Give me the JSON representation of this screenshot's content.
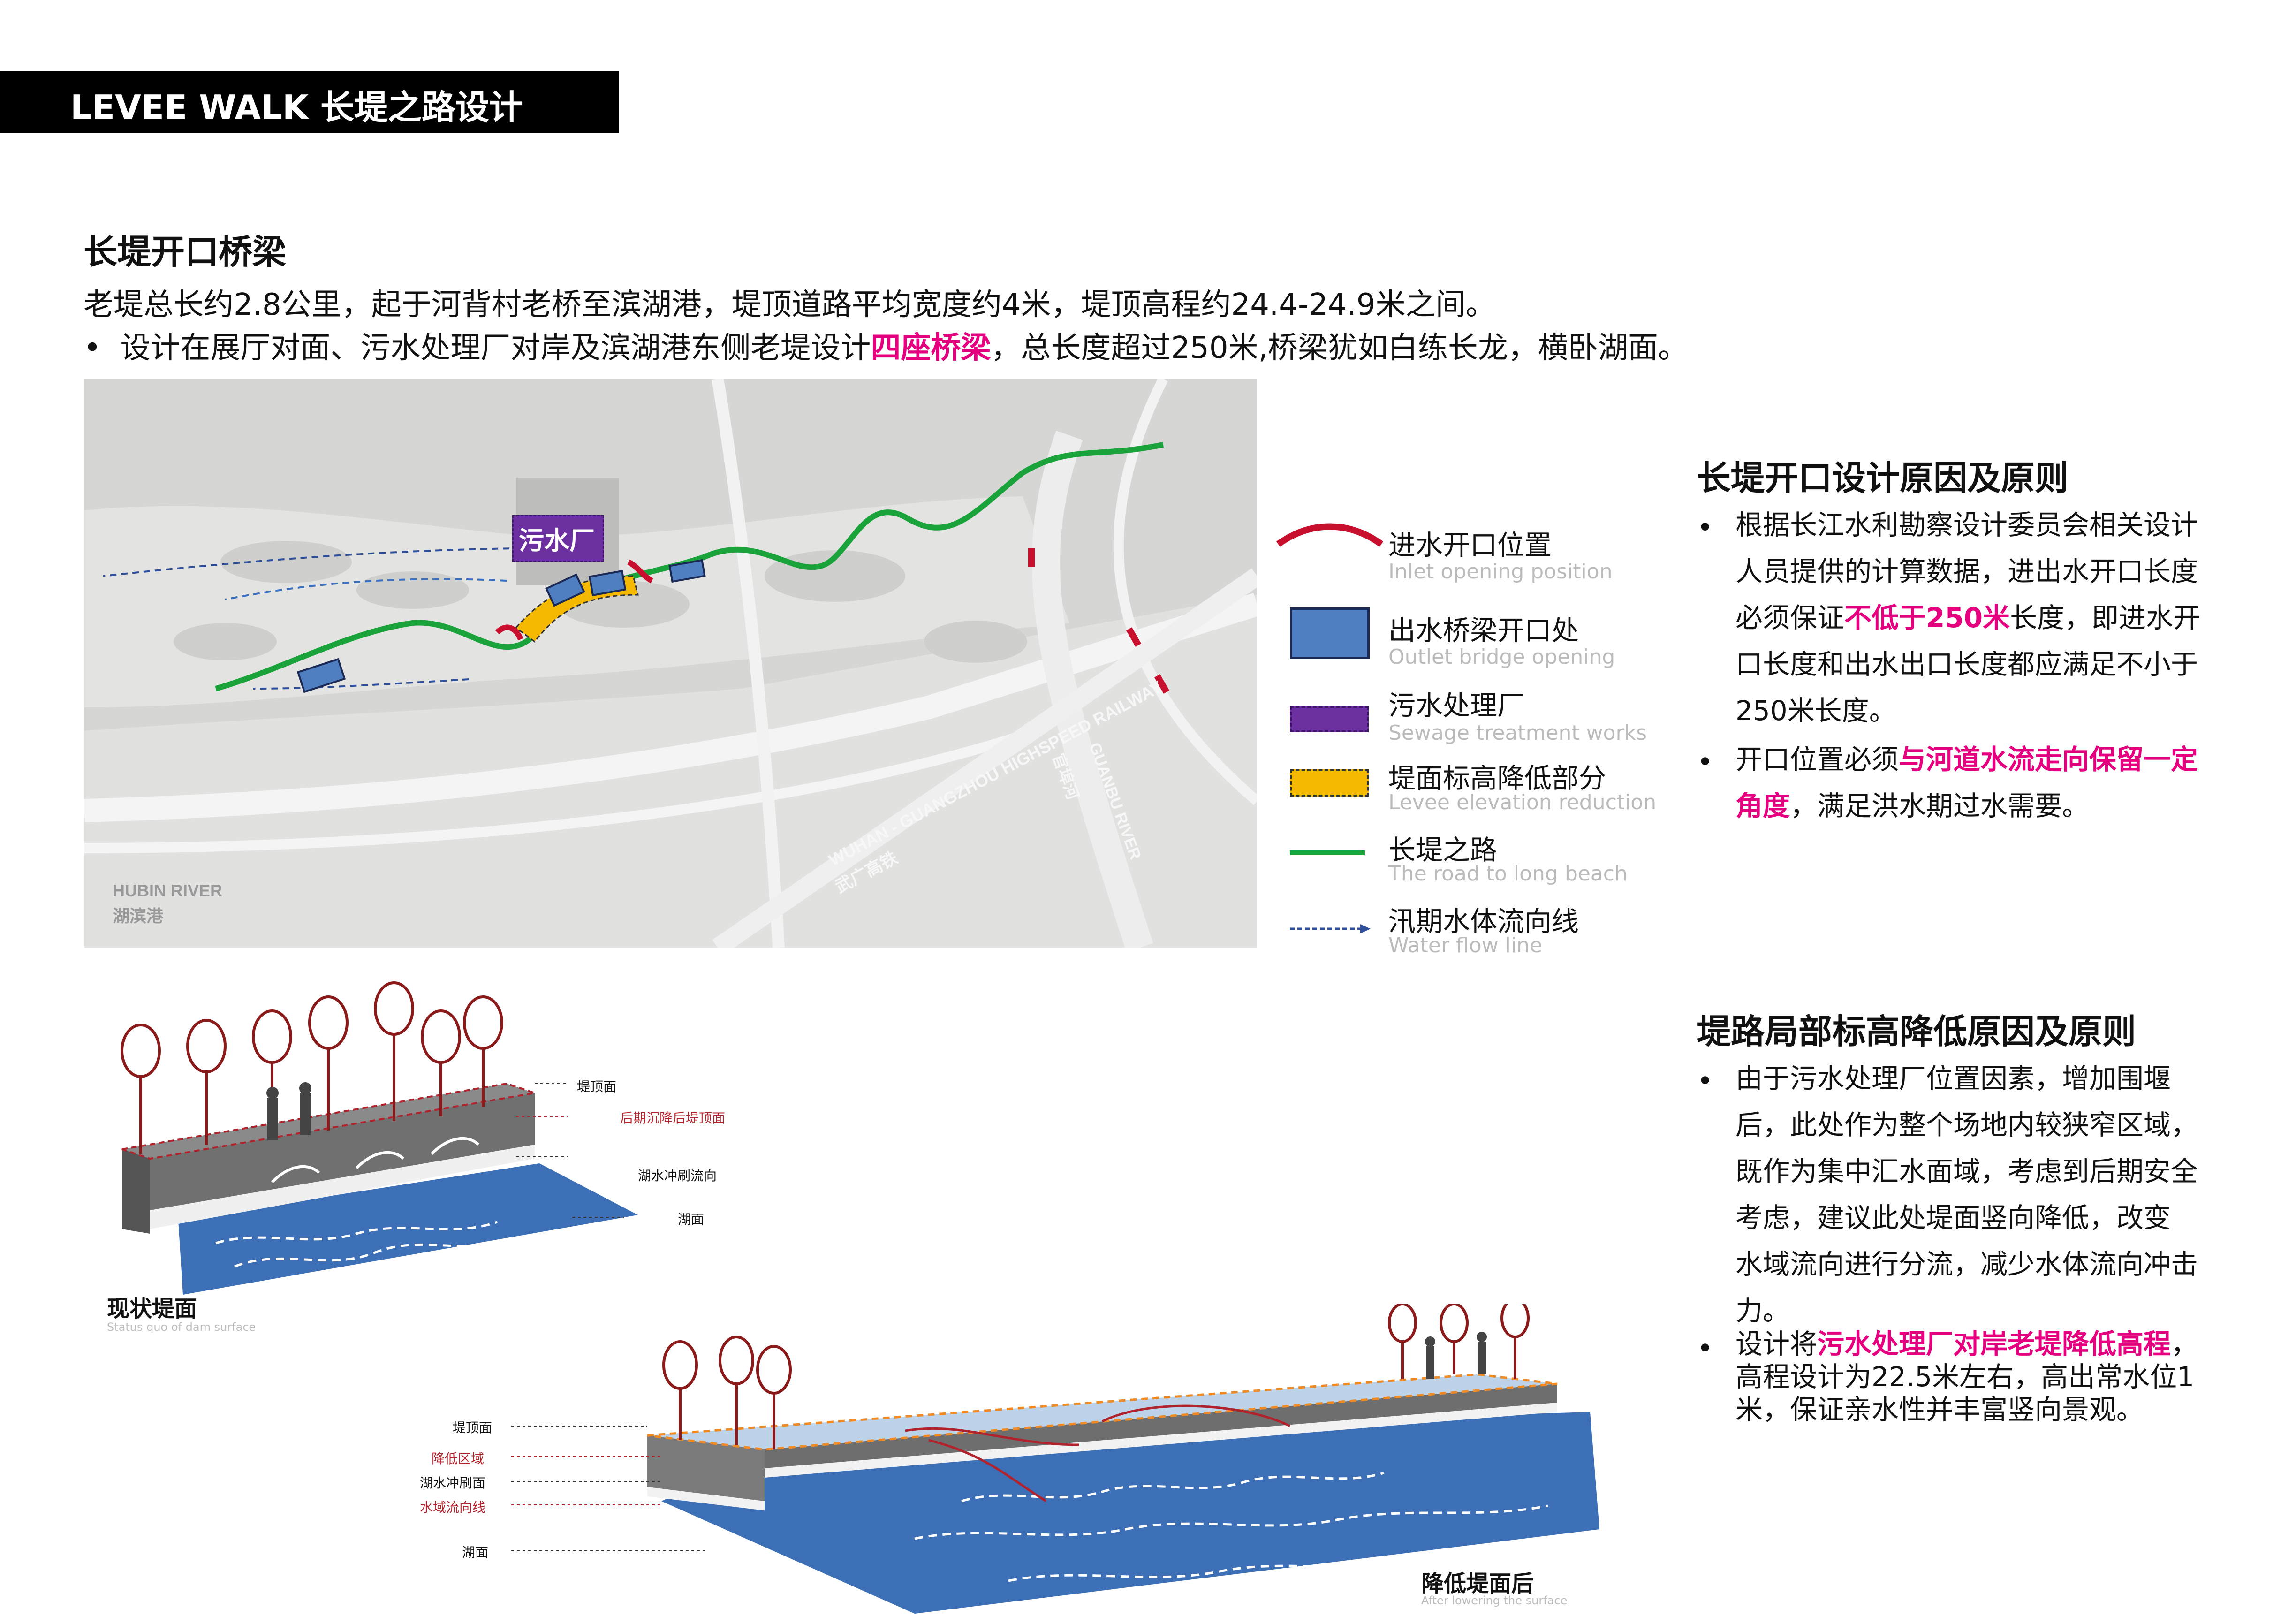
{
  "header": {
    "title": "LEVEE WALK 长堤之路设计"
  },
  "section1": {
    "title": "长堤开口桥梁",
    "line1": "老堤总长约2.8公里，起于河背村老桥至滨湖港，堤顶道路平均宽度约4米，堤顶高程约24.4-24.9米之间。",
    "bullet": "•",
    "line2_pre": "设计在展厅对面、污水处理厂对岸及滨湖港东侧老堤设计",
    "line2_hl": "四座桥梁",
    "line2_post": "，总长度超过250米,桥梁犹如白练长龙，横卧湖面。"
  },
  "map": {
    "plant_label": "污水厂",
    "railway_en": "WUHAN - GUANGZHOU HIGHSPEED RAILWAY",
    "railway_cn": "武广高铁",
    "guanbu_en": "GUANBU RIVER",
    "guanbu_cn": "官埠河",
    "hubin_en": "HUBIN RIVER",
    "hubin_cn": "湖滨港"
  },
  "legend": [
    {
      "cn": "进水开口位置",
      "en": "Inlet opening position",
      "icon": "inlet-arc-icon",
      "color": "#c8102e"
    },
    {
      "cn": "出水桥梁开口处",
      "en": "Outlet bridge opening",
      "icon": "outlet-bridge-icon",
      "color": "#4f7fc0"
    },
    {
      "cn": "污水处理厂",
      "en": "Sewage treatment works",
      "icon": "sewage-plant-icon",
      "color": "#6b2fa0"
    },
    {
      "cn": "堤面标高降低部分",
      "en": "Levee elevation reduction",
      "icon": "levee-reduction-icon",
      "color": "#f5b800"
    },
    {
      "cn": "长堤之路",
      "en": "The road to long beach",
      "icon": "levee-road-icon",
      "color": "#1aa33a"
    },
    {
      "cn": "汛期水体流向线",
      "en": "Water flow line",
      "icon": "water-flow-icon",
      "color": "#2f4f9a"
    }
  ],
  "right1": {
    "title": "长堤开口设计原因及原则",
    "p1": [
      "根据长江水利勘察设计委员会相关设计",
      "人员提供的计算数据，进出水开口长度"
    ],
    "p1_l3_pre": "必须保证",
    "p1_l3_hl": "不低于250米",
    "p1_l3_post": "长度，即进水开",
    "p1_tail": [
      "口长度和出水出口长度都应满足不小于",
      "250米长度。"
    ],
    "p2_l1_pre": "开口位置必须",
    "p2_l1_hl": "与河道水流走向保留一定",
    "p2_l2_hl": "角度",
    "p2_l2_post": "，满足洪水期过水需要。"
  },
  "right2": {
    "title": "堤路局部标高降低原因及原则",
    "p1": [
      "由于污水处理厂位置因素，增加围堰",
      "后，此处作为整个场地内较狭窄区域，",
      "既作为集中汇水面域，考虑到后期安全",
      "考虑，建议此处堤面竖向降低，改变",
      "水域流向进行分流，减少水体流向冲击",
      "力。"
    ],
    "p2_l1_pre": "设计将",
    "p2_l1_hl": "污水处理厂对岸老堤降低高程",
    "p2_l1_post": "，",
    "p2_tail": [
      "高程设计为22.5米左右，高出常水位1",
      "米，保证亲水性并丰富竖向景观。"
    ]
  },
  "diagram1": {
    "labels": [
      "堤顶面",
      "后期沉降后堤顶面",
      "湖水冲刷流向",
      "湖面"
    ],
    "caption_cn": "现状堤面",
    "caption_en": "Status quo of dam surface"
  },
  "diagram2": {
    "labels": [
      "堤顶面",
      "降低区域",
      "湖水冲刷面",
      "水域流向线",
      "湖面"
    ],
    "caption_cn": "降低堤面后",
    "caption_en": "After lowering the  surface"
  }
}
